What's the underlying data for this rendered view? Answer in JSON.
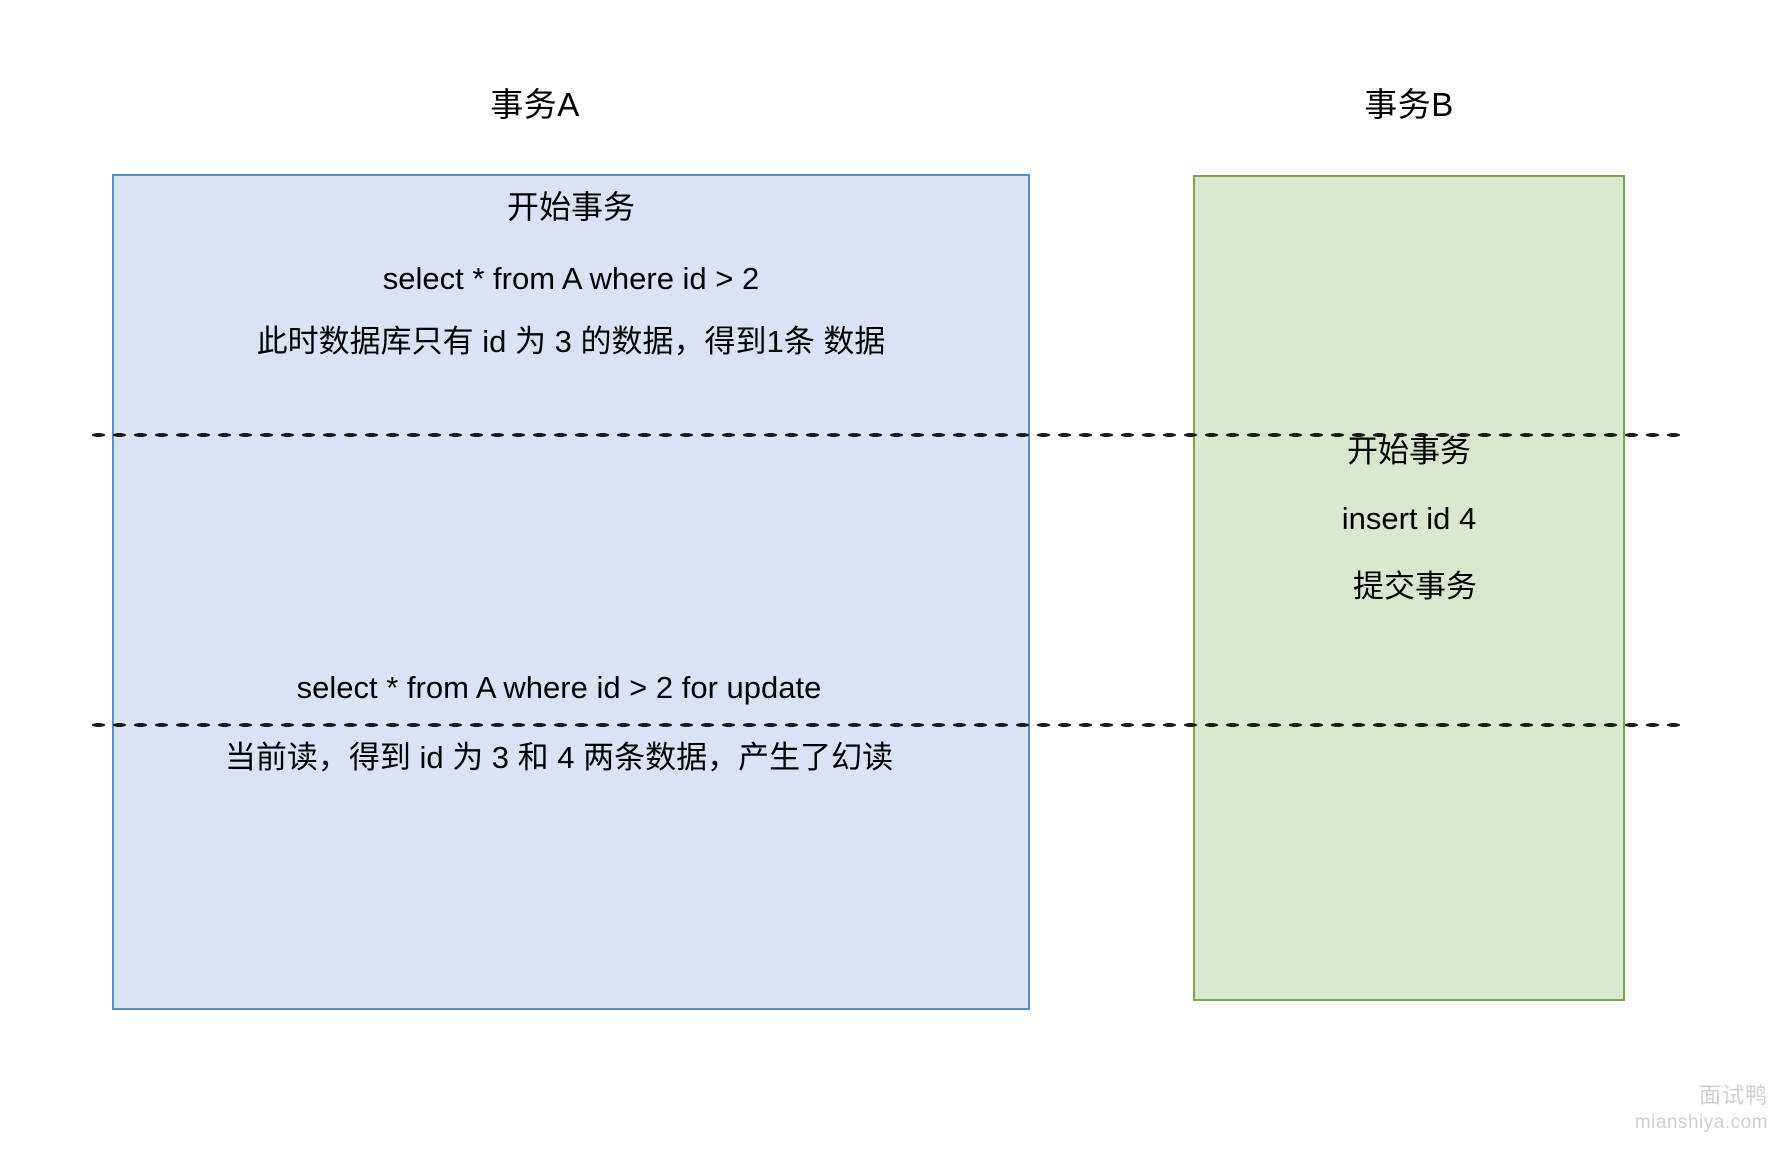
{
  "diagram": {
    "title_a": "事务A",
    "title_b": "事务B",
    "colors": {
      "lane_a_fill": "#dae3f3",
      "lane_a_border": "#5b8dc8",
      "lane_b_fill": "#d9e6d0",
      "lane_b_border": "#7aa454",
      "text": "#000000",
      "divider": "#1a1a1a",
      "watermark": "#cfcfcf"
    },
    "transaction_a": {
      "steps": [
        "开始事务",
        "select * from A where id > 2",
        "此时数据库只有 id 为 3 的数据，得到1条 数据",
        "select * from A where id > 2 for update",
        "当前读，得到 id 为 3 和 4 两条数据，产生了幻读"
      ]
    },
    "transaction_b": {
      "steps": [
        "开始事务",
        "insert id 4",
        "提交事务"
      ]
    },
    "dividers": [
      {
        "name": "time-divider-1"
      },
      {
        "name": "time-divider-2"
      }
    ]
  },
  "watermark": {
    "brand": "面试鸭",
    "url": "mianshiya.com"
  }
}
